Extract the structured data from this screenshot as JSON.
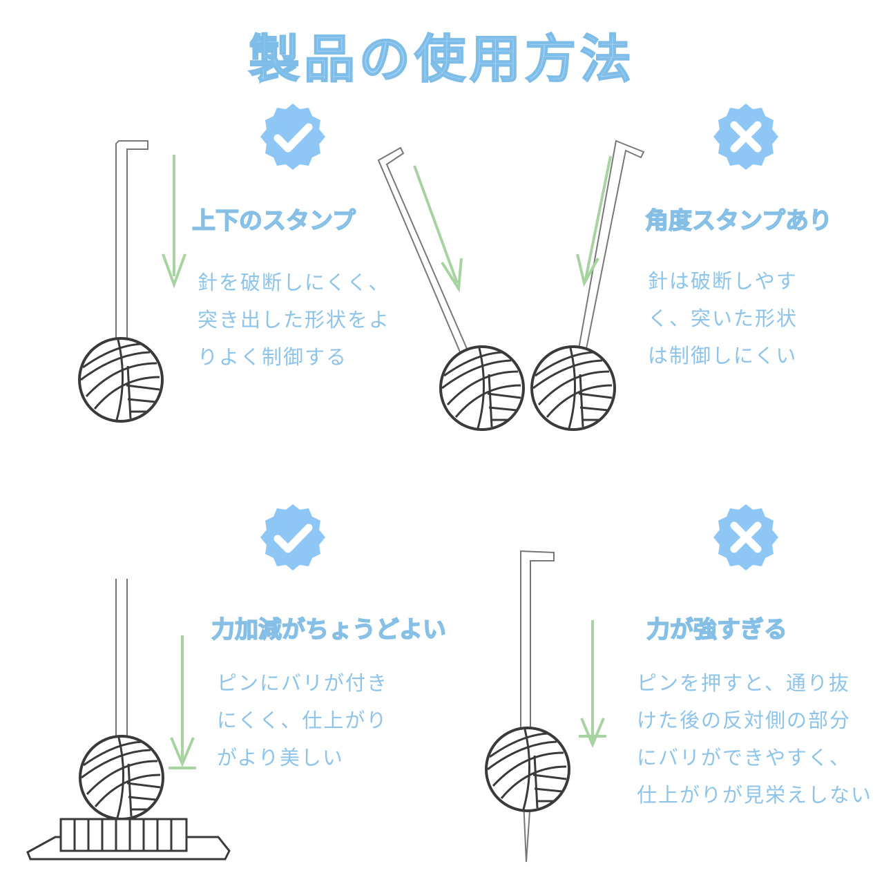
{
  "title": "製品の使用方法",
  "colors": {
    "badge": "#8ec7f5",
    "title": "#9fd0f5",
    "arrow": "#a7d3a0",
    "text": "#8ec4ea",
    "line": "#333333"
  },
  "icons": {
    "correct": "checkmark-badge-icon",
    "incorrect": "cross-badge-icon"
  },
  "sections": [
    {
      "heading": "上下のスタンプ",
      "lines": [
        "針を破断しにくく、",
        "突き出した形状をよ",
        "りよく制御する"
      ]
    },
    {
      "heading": "角度スタンプあり",
      "lines": [
        "針は破断しやす",
        "く、突いた形状",
        "は制御しにくい"
      ]
    },
    {
      "heading": "力加減がちょうどよい",
      "lines": [
        "ピンにバリが付き",
        "にくく、仕上がり",
        "がより美しい"
      ]
    },
    {
      "heading": "力が強すぎる",
      "lines": [
        "ピンを押すと、通り抜",
        "けた後の反対側の部分",
        "にバリができやすく、",
        "仕上がりが見栄えしない"
      ]
    }
  ]
}
